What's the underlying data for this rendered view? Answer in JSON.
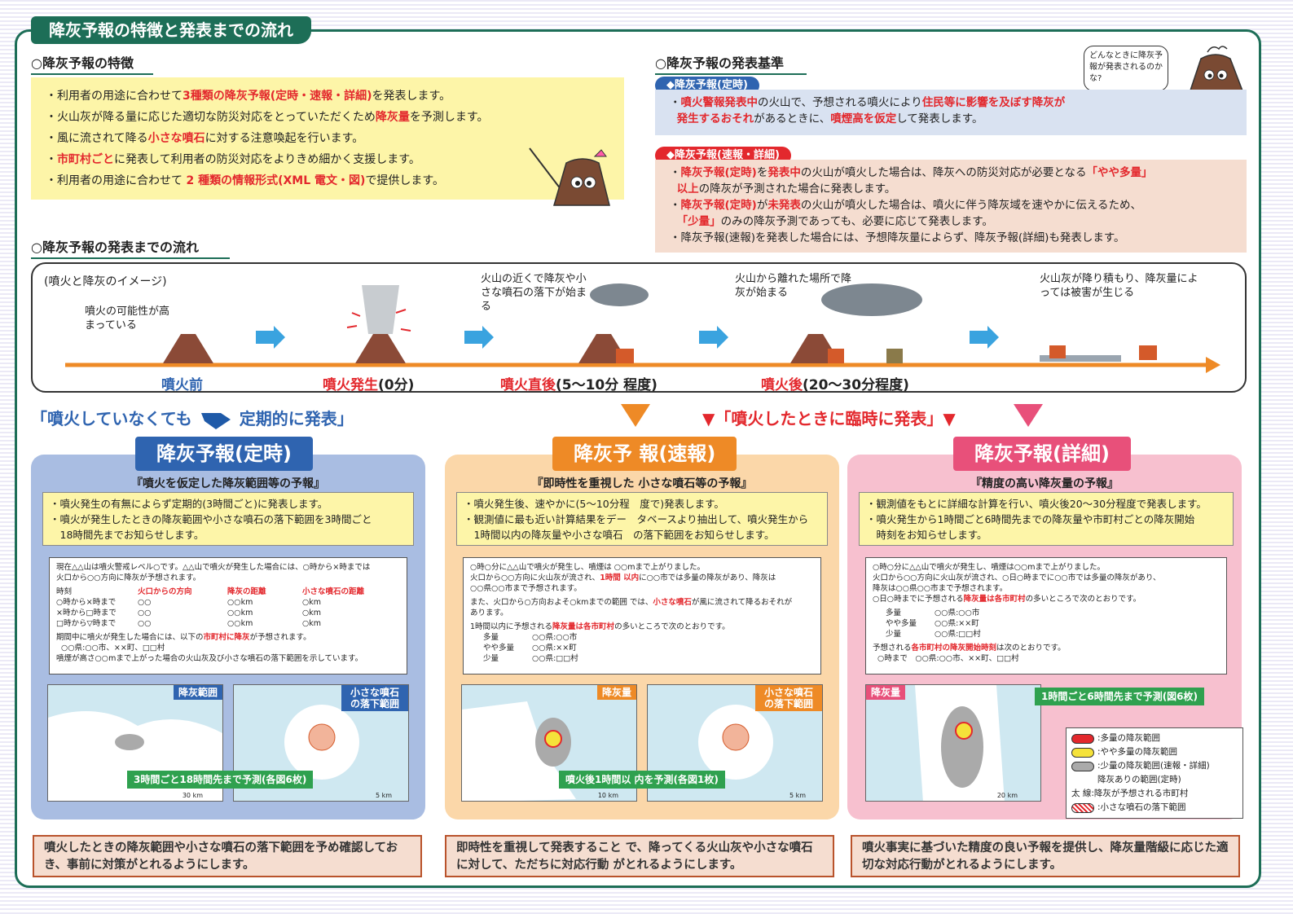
{
  "title": "降灰予報の特徴と発表までの流れ",
  "features": {
    "heading": "○降灰予報の特徴",
    "items": [
      {
        "pre": "利用者の用途に合わせて",
        "em": "3種類の降灰予報(定時・速報・詳細)",
        "post": "を発表します。"
      },
      {
        "pre": "火山灰が降る量に応じた適切な防災対応をとっていただくため",
        "em": "降灰量",
        "post": "を予測します。"
      },
      {
        "pre": "風に流されて降る",
        "em": "小さな噴石",
        "post": "に対する注意喚起を行います。"
      },
      {
        "pre": "",
        "em": "市町村ごと",
        "post": "に発表して利用者の防災対応をよりきめ細かく支援します。"
      },
      {
        "pre": "利用者の用途に合わせて ",
        "em": "2 種類の情報形式(XML 電文・図)",
        "post": "で提供します。"
      }
    ]
  },
  "criteria": {
    "heading": "○降灰予報の発表基準",
    "bubble": "どんなときに降灰予報が発表されるのかな?",
    "teiji": {
      "tag": "◆降灰予報(定時)",
      "line1_em": "噴火警報発表中",
      "line1_mid": "の火山で、予想される噴火により",
      "line1_em2": "住民等に影響を及ぼす降灰が",
      "line2_em": "発生するおそれ",
      "line2_mid": "があるときに、",
      "line2_em2": "噴煙高を仮定",
      "line2_post": "して発表します。"
    },
    "sokuho": {
      "tag": "◆降灰予報(速報・詳細)",
      "l1_em": "降灰予報(定時)",
      "l1_mid": "を",
      "l1_em2": "発表中",
      "l1_post": "の火山が噴火した場合は、降灰への防災対応が必要となる",
      "l1_em3": "「やや多量」",
      "l2_em": "以上",
      "l2_post": "の降灰が予測された場合に発表します。",
      "l3_em": "降灰予報(定時)",
      "l3_mid": "が",
      "l3_em2": "未発表",
      "l3_post": "の火山が噴火した場合は、噴火に伴う降灰域を速やかに伝えるため、",
      "l4_em": "「少量」",
      "l4_post": "のみの降灰予測であっても、必要に応じて発表します。",
      "l5": "降灰予報(速報)を発表した場合には、予想降灰量によらず、降灰予報(詳細)も発表します。"
    }
  },
  "flow": {
    "heading": "○降灰予報の発表までの流れ",
    "image_label": "(噴火と降灰のイメージ)",
    "captions": [
      "噴火の可能性が高まっている",
      "火山の近くで降灰や小さな噴石の落下が始まる",
      "火山から離れた場所で降灰が始まる",
      "火山灰が降り積もり、降灰量によっては被害が生じる"
    ],
    "stages": [
      {
        "label": "噴火前",
        "suffix": "",
        "color": "#2f64b0"
      },
      {
        "label": "噴火発生",
        "suffix": "(0分)",
        "color": "#e3282d"
      },
      {
        "label": "噴火直後",
        "suffix": "(5～10分 程度)",
        "color": "#e3282d"
      },
      {
        "label": "噴火後",
        "suffix": "(20～30分程度)",
        "color": "#e3282d"
      }
    ],
    "left_caption_a": "「噴火していなくても",
    "left_caption_b": "定期的に発表」",
    "right_caption": "▼「噴火したときに臨時に発表」▼"
  },
  "columns": {
    "teiji": {
      "title": "降灰予報(定時)",
      "subtitle": "『噴火を仮定した降灰範囲等の予報』",
      "desc": [
        "・噴火発生の有無によらず定期的(3時間ごと)に発表します。",
        "・噴火が発生したときの降灰範囲や小さな噴石の落下範囲を3時間ごと",
        "　18時間先までお知らせします。"
      ],
      "sample": {
        "intro1": "現在△△山は噴火警戒レベル○です。△△山で噴火が発生した場合には、○時から×時までは",
        "intro2": "火口から○○方向に降灰が予想されます。",
        "h_time": "時刻",
        "h_dir": "火口からの方向",
        "h_dist": "降灰の距離",
        "h_stone": "小さな噴石の距離",
        "rows": [
          [
            "○時から×時まで",
            "○○",
            "○○km",
            "○km"
          ],
          [
            "×時から□時まで",
            "○○",
            "○○km",
            "○km"
          ],
          [
            "□時から▽時まで",
            "○○",
            "○○km",
            "○km"
          ]
        ],
        "f1_pre": "期間中に噴火が発生した場合には、以下の",
        "f1_em": "市町村に降灰",
        "f1_post": "が予想されます。",
        "f2": "○○県:○○市、××町、□□村",
        "f3": "噴煙が高さ○○mまで上がった場合の火山灰及び小さな噴石の落下範囲を示しています。"
      },
      "map1_tag": "降灰範囲",
      "map2_tag": "小さな噴石の落下範囲",
      "green": "3時間ごと18時間先まで予測(各図6枚)",
      "scale1": "30 km",
      "scale2": "5 km",
      "summary": "噴火したときの降灰範囲や小さな噴石の落下範囲を予め確認しておき、事前に対策がとれるようにします。"
    },
    "sokuho": {
      "title": "降灰予 報(速報)",
      "subtitle": "『即時性を重視した 小さな噴石等の予報』",
      "desc": [
        "・噴火発生後、速やかに(5～10分程　度で)発表します。",
        "・観測値に最も近い計算結果をデー　タベースより抽出して、噴火発生から",
        "　1時間以内の降灰量や小さな噴石　の落下範囲をお知らせします。"
      ],
      "sample": {
        "l1": "○時○分に△△山で噴火が発生し、噴煙は ○○mまで上がりました。",
        "l2_pre": "火口から○○方向に火山灰が流され、",
        "l2_em": "1時間 以内",
        "l2_post": "に○○市では多量の降灰があり、降灰は",
        "l3": "○○県○○市まで予想されます。",
        "l4_pre": "また、火口から○方向およそ○kmまでの範囲 では、",
        "l4_em": "小さな噴石",
        "l4_post": "が風に流されて降るおそれが",
        "l5": "あります。",
        "l6_pre": "1時間以内に予想される",
        "l6_em": "降灰量は各市町村",
        "l6_post": "の多いところで次のとおりです。",
        "rows": [
          [
            "多量",
            "○○県:○○市"
          ],
          [
            "やや多量",
            "○○県:××町"
          ],
          [
            "少量",
            "○○県:□□村"
          ]
        ]
      },
      "map1_tag": "降灰量",
      "map2_tag": "小さな噴石の落下範囲",
      "green": "噴火後1時間以 内を予測(各図1枚)",
      "scale1": "10 km",
      "scale2": "5 km",
      "summary": "即時性を重視して発表すること で、降ってくる火山灰や小さな噴石に対して、ただちに対応行動 がとれるようにします。"
    },
    "shosai": {
      "title": "降灰予報(詳細)",
      "subtitle": "『精度の高い降灰量の予報』",
      "desc": [
        "・観測値をもとに詳細な計算を行い、噴火後20～30分程度で発表します。",
        "・噴火発生から1時間ごと6時間先までの降灰量や市町村ごとの降灰開始",
        "　時刻をお知らせします。"
      ],
      "sample": {
        "l1": "○時○分に△△山で噴火が発生し、噴煙は○○mまで上がりました。",
        "l2": "火口から○○方向に火山灰が流され、○日○時までに○○市では多量の降灰があり、",
        "l3": "降灰は○○県○○市まで予想されます。",
        "l4_pre": "○日○時までに予想される",
        "l4_em": "降灰量は各市町村",
        "l4_post": "の多いところで次のとおりです。",
        "rows": [
          [
            "多量",
            "○○県:○○市"
          ],
          [
            "やや多量",
            "○○県:××町"
          ],
          [
            "少量",
            "○○県:□□村"
          ]
        ],
        "l5_pre": "予想される",
        "l5_em": "各市町村の降灰開始時刻",
        "l5_post": "は次のとおりです。",
        "l6": "○時まで　○○県:○○市、××町、□□村"
      },
      "map_tag": "降灰量",
      "green": "1時間ごと6時間先まで予測(図6枚)",
      "scale": "20 km",
      "summary": "噴火事実に基づいた精度の良い予報を提供し、降灰量階級に応じた適切な対応行動がとれるようにします。"
    }
  },
  "legend": {
    "items": [
      ":多量の降灰範囲",
      ":やや多量の降灰範囲",
      ":少量の降灰範囲(速報・詳細)",
      "降灰ありの範囲(定時)",
      "太 線:降灰が予想される市町村",
      ":小さな噴石の落下範囲"
    ]
  },
  "colors": {
    "green": "#1d6e57",
    "blue": "#2f64b0",
    "orange": "#ee8a26",
    "pink": "#e8507a",
    "red": "#e3282d"
  }
}
